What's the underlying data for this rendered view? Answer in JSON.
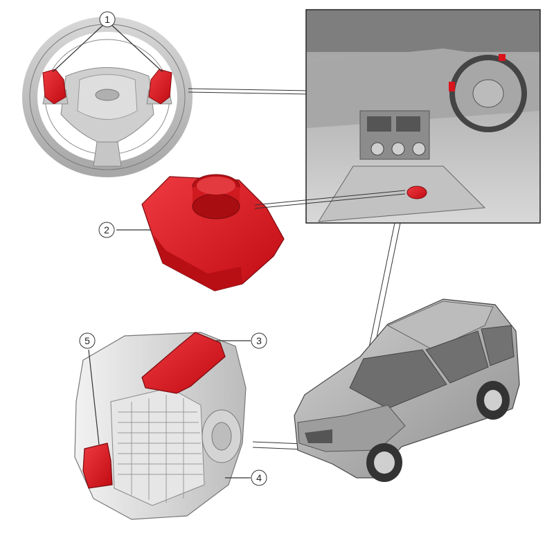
{
  "diagram": {
    "callouts": [
      {
        "id": "1",
        "label": "1"
      },
      {
        "id": "2",
        "label": "2"
      },
      {
        "id": "3",
        "label": "3"
      },
      {
        "id": "4",
        "label": "4"
      },
      {
        "id": "5",
        "label": "5"
      }
    ],
    "components": [
      {
        "name": "steering-wheel",
        "icon": "steering-wheel-icon"
      },
      {
        "name": "gear-selector",
        "icon": "rotary-gear-selector-icon"
      },
      {
        "name": "transmission",
        "icon": "transmission-icon"
      },
      {
        "name": "interior-view",
        "icon": "dashboard-icon"
      },
      {
        "name": "vehicle",
        "icon": "suv-icon"
      }
    ],
    "colors": {
      "highlight": "#d9141c",
      "highlight_light": "#e8434a",
      "line": "#333333",
      "gray_dark": "#8a8a8a",
      "gray_mid": "#b5b5b5",
      "gray_light": "#e3e3e3"
    }
  }
}
